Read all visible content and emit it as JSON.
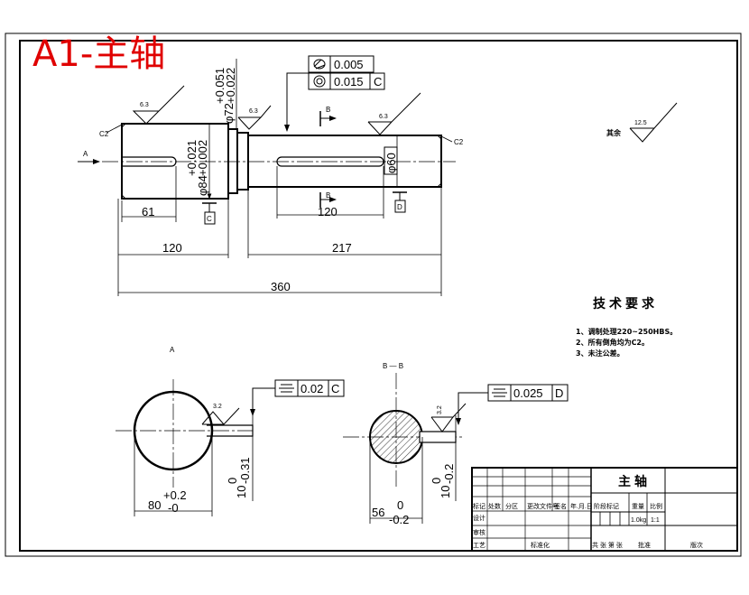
{
  "drawing_title": "A1-主轴",
  "roughness": {
    "r1": "6.3",
    "r2": "6.3",
    "r3": "6.3",
    "r4": "3.2",
    "r5": "3.2",
    "rest_label": "其余",
    "rest_value": "12.5"
  },
  "chamfers": {
    "left": "C2",
    "right": "C2"
  },
  "section_marks": {
    "a": "A",
    "b": "B",
    "c": "C",
    "d": "D"
  },
  "diameters": {
    "d72_base": "φ72",
    "d72_upper": "+0.051",
    "d72_lower": "+0.022",
    "d84_base": "φ84",
    "d84_upper": "+0.021",
    "d84_lower": "+0.002",
    "d60": "φ60"
  },
  "tolerance_frames": {
    "top_row1_value": "0.005",
    "top_row2_value": "0.015",
    "top_row2_datum": "C",
    "sec_a_value": "0.02",
    "sec_a_datum": "C",
    "sec_b_value": "0.025",
    "sec_b_datum": "D"
  },
  "dimensions": {
    "keyway_left": "61",
    "keyway_right": "120",
    "len_left": "120",
    "len_right": "217",
    "total": "360"
  },
  "section_a": {
    "label": "A",
    "width_base": "80",
    "width_upper": "+0.2",
    "width_lower": "-0",
    "depth_base": "10",
    "depth_upper": "0",
    "depth_lower": "-0.31"
  },
  "section_b": {
    "label": "B — B",
    "width_base": "56",
    "width_upper": "0",
    "width_lower": "-0.2",
    "depth_base": "10",
    "depth_upper": "0",
    "depth_lower": "-0.2"
  },
  "requirements": {
    "title": "技术要求",
    "items": [
      "1、调制处理220~250HBS。",
      "2、所有倒角均为C2。",
      "3、未注公差。"
    ]
  },
  "title_block": {
    "part_name": "主轴",
    "col_mark": "标记",
    "col_count": "处数",
    "col_zone": "分区",
    "col_doc": "更改文件号",
    "col_sign": "签名",
    "col_date": "年.月.日",
    "row_design": "设计",
    "row_check": "审核",
    "row_process": "工艺",
    "stage_mark": "阶段标记",
    "weight": "重量",
    "scale": "比例",
    "weight_value": "1.0kg",
    "scale_value": "1:1",
    "standardize": "标准化",
    "sheets": "共 张 第 张",
    "approve": "批准",
    "version": "版次"
  }
}
